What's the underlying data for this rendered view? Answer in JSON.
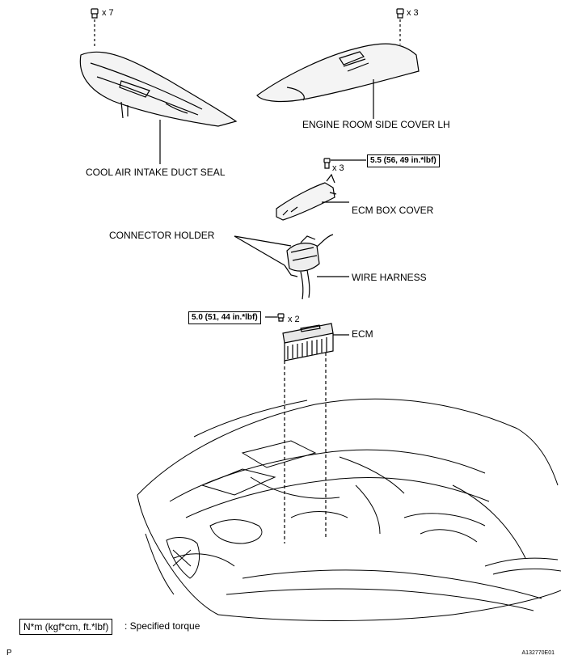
{
  "fastener_counts": {
    "duct_seal": "x 7",
    "side_cover": "x 3",
    "ecm_box_cover": "x 3",
    "ecm": "x 2"
  },
  "labels": {
    "duct_seal": "COOL AIR INTAKE DUCT SEAL",
    "side_cover": "ENGINE ROOM SIDE COVER LH",
    "ecm_box_cover": "ECM BOX COVER",
    "connector_holder": "CONNECTOR HOLDER",
    "wire_harness": "WIRE HARNESS",
    "ecm": "ECM"
  },
  "torques": {
    "ecm_box_cover": "5.5 (56, 49 in.*lbf)",
    "ecm": "5.0 (51, 44 in.*lbf)"
  },
  "legend": {
    "unit": "N*m (kgf*cm, ft.*lbf)",
    "description": ": Specified torque"
  },
  "footer": {
    "left_code": "P",
    "right_code": "A132770E01"
  }
}
